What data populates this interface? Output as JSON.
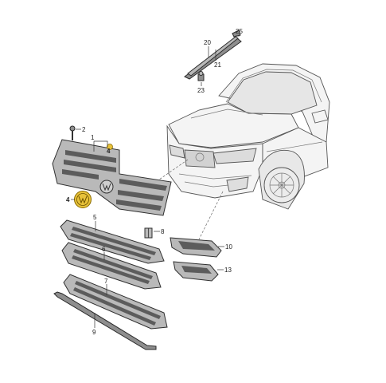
{
  "callouts": {
    "p1": "1",
    "p2": "2",
    "p4a": "4",
    "p4b": "4",
    "p5": "5",
    "p6": "6",
    "p7": "7",
    "p8": "8",
    "p9": "9",
    "p10": "10",
    "p13": "13",
    "p20": "20",
    "p21": "21",
    "p23": "23",
    "p25": "25"
  },
  "colors": {
    "highlight": "#e8c23a",
    "part_fill": "#b9b9b9",
    "part_dark": "#8e8e8e",
    "car_line": "#555555"
  }
}
